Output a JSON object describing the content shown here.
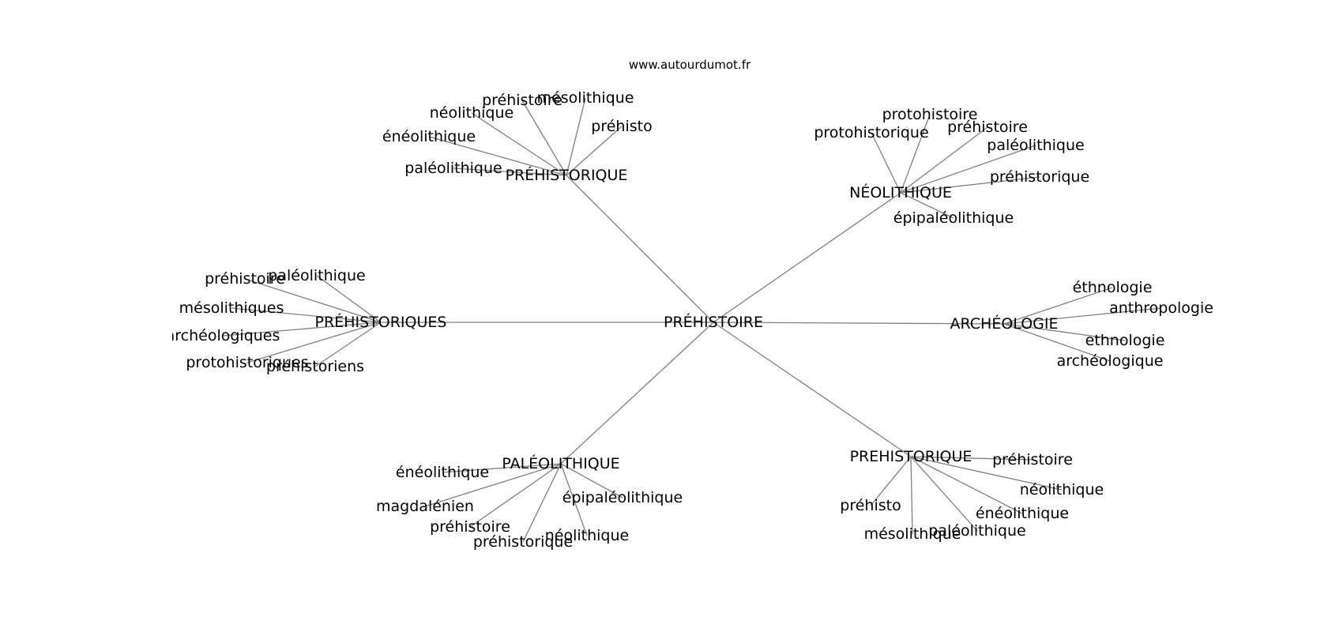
{
  "source_credit": "www.autourdumot.fr",
  "colors": {
    "edge": "#808080",
    "text": "#000000",
    "background": "#ffffff"
  },
  "root": {
    "id": "root",
    "label": "PRÉHISTOIRE"
  },
  "clusters": [
    {
      "id": "prehistorique-top",
      "label": "PRÉHISTORIQUE",
      "leaves": [
        "préhistoire",
        "mésolithique",
        "néolithique",
        "préhisto",
        "énéolithique",
        "paléolithique"
      ]
    },
    {
      "id": "neolithique",
      "label": "NÉOLITHIQUE",
      "leaves": [
        "protohistoire",
        "protohistorique",
        "préhistoire",
        "paléolithique",
        "préhistorique",
        "épipaléolithique"
      ]
    },
    {
      "id": "prehistoriques",
      "label": "PRÉHISTORIQUES",
      "leaves": [
        "préhistoire",
        "paléolithique",
        "mésolithiques",
        "archéologiques",
        "protohistoriques",
        "préhistoriens"
      ]
    },
    {
      "id": "archeologie",
      "label": "ARCHÉOLOGIE",
      "leaves": [
        "éthnologie",
        "anthropologie",
        "ethnologie",
        "archéologique"
      ]
    },
    {
      "id": "paleolithique",
      "label": "PALÉOLITHIQUE",
      "leaves": [
        "énéolithique",
        "épipaléolithique",
        "magdalénien",
        "préhistoire",
        "préhistorique",
        "néolithique"
      ]
    },
    {
      "id": "prehistorique-bottom",
      "label": "PREHISTORIQUE",
      "leaves": [
        "préhistoire",
        "néolithique",
        "préhisto",
        "énéolithique",
        "mésolithique",
        "paléolithique"
      ]
    }
  ]
}
